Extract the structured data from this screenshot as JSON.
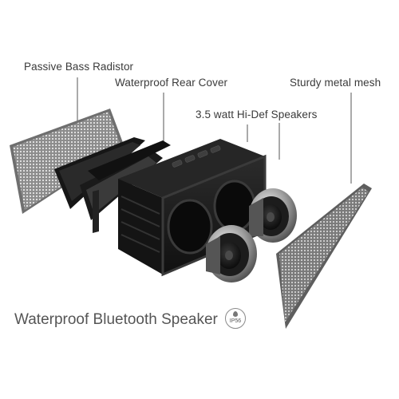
{
  "callouts": {
    "passive_bass": "Passive Bass Radistor",
    "rear_cover": "Waterproof Rear Cover",
    "speakers": "3.5 watt Hi-Def  Speakers",
    "mesh": "Sturdy metal mesh"
  },
  "title": "Waterproof Bluetooth Speaker",
  "badge": {
    "icon": "water-drop-icon",
    "text": "IP56"
  },
  "colors": {
    "body": "#1b1b1b",
    "mesh": "#9a9a9a",
    "metal": "#c8c8c8",
    "text": "#3a3a3a"
  }
}
